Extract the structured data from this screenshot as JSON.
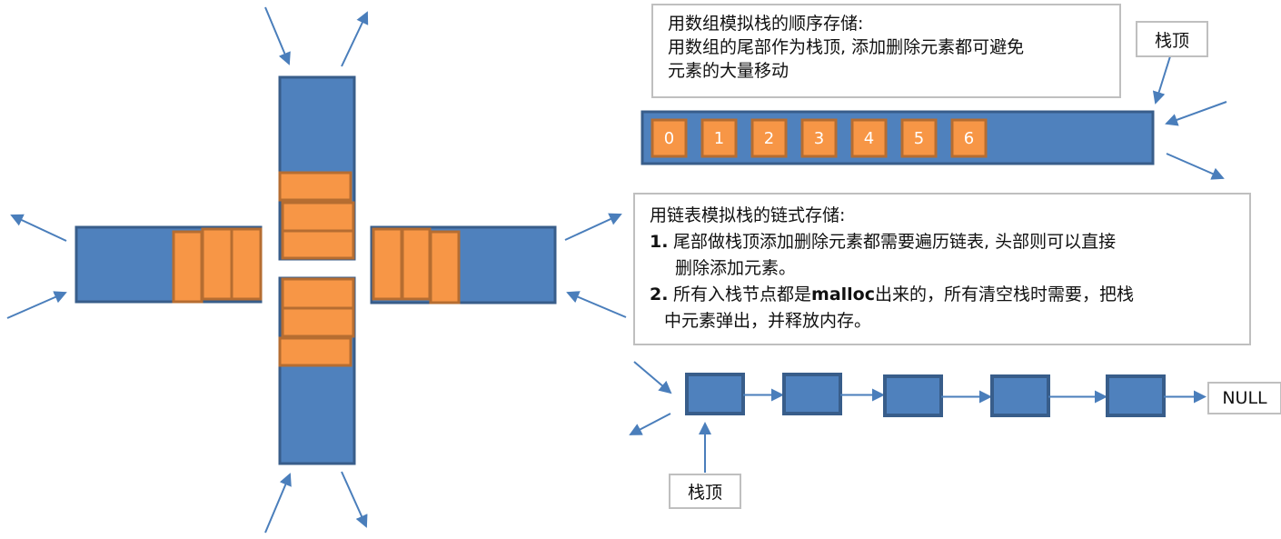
{
  "colors": {
    "blue_fill": "#4f81bd",
    "blue_stroke": "#385d8a",
    "orange_fill": "#f79646",
    "orange_stroke": "#b66d31",
    "arrow": "#4a7ebb",
    "box_border": "#bfbfbf"
  },
  "array_stack": {
    "title": "用数组模拟栈的顺序存储:",
    "line1": "用数组的尾部作为栈顶, 添加删除元素都可避免",
    "line2": "元素的大量移动",
    "top_label": "栈顶",
    "cells": [
      "0",
      "1",
      "2",
      "3",
      "4",
      "5",
      "6"
    ]
  },
  "linked_stack": {
    "title": "用链表模拟栈的链式存储:",
    "items": [
      {
        "num": "1.",
        "line1": "尾部做栈顶添加删除元素都需要遍历链表, 头部则可以直接",
        "line2": "删除添加元素。"
      },
      {
        "num": "2.",
        "line1_pre": "所有入栈节点都是",
        "line1_bold": "malloc",
        "line1_post": "出来的，所有清空栈时需要，把栈",
        "line2": "中元素弹出，并释放内存。"
      }
    ],
    "node_count": 5,
    "null_label": "NULL",
    "top_label": "栈顶"
  },
  "cross_stacks": {
    "top_elements": 3,
    "bottom_elements": 3,
    "left_elements": 3,
    "right_elements": 3
  }
}
